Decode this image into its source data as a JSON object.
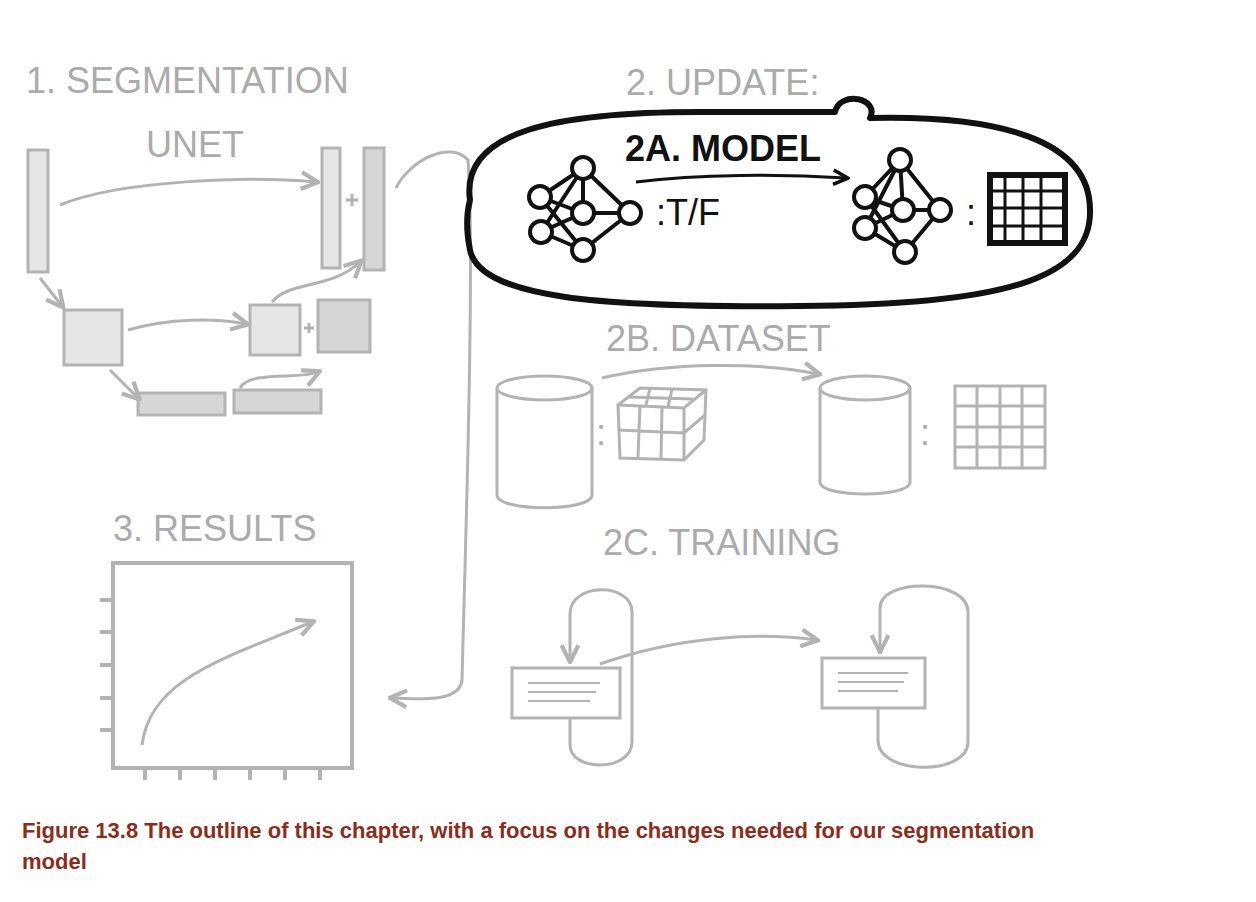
{
  "diagram": {
    "caption": "Figure 13.8 The outline of this chapter, with a focus on the changes needed for our segmentation model",
    "nodes": [
      {
        "text": [
          "2A. MODEL",
          ":T/F",
          ":"
        ]
      },
      {
        "text": [
          "3. RESULTS"
        ]
      }
    ],
    "labels": [
      "1. SEGMENTATION",
      "UNET",
      "2. UPDATE:",
      "2B. DATASET",
      ":",
      ":",
      "2C. TRAINING"
    ]
  }
}
